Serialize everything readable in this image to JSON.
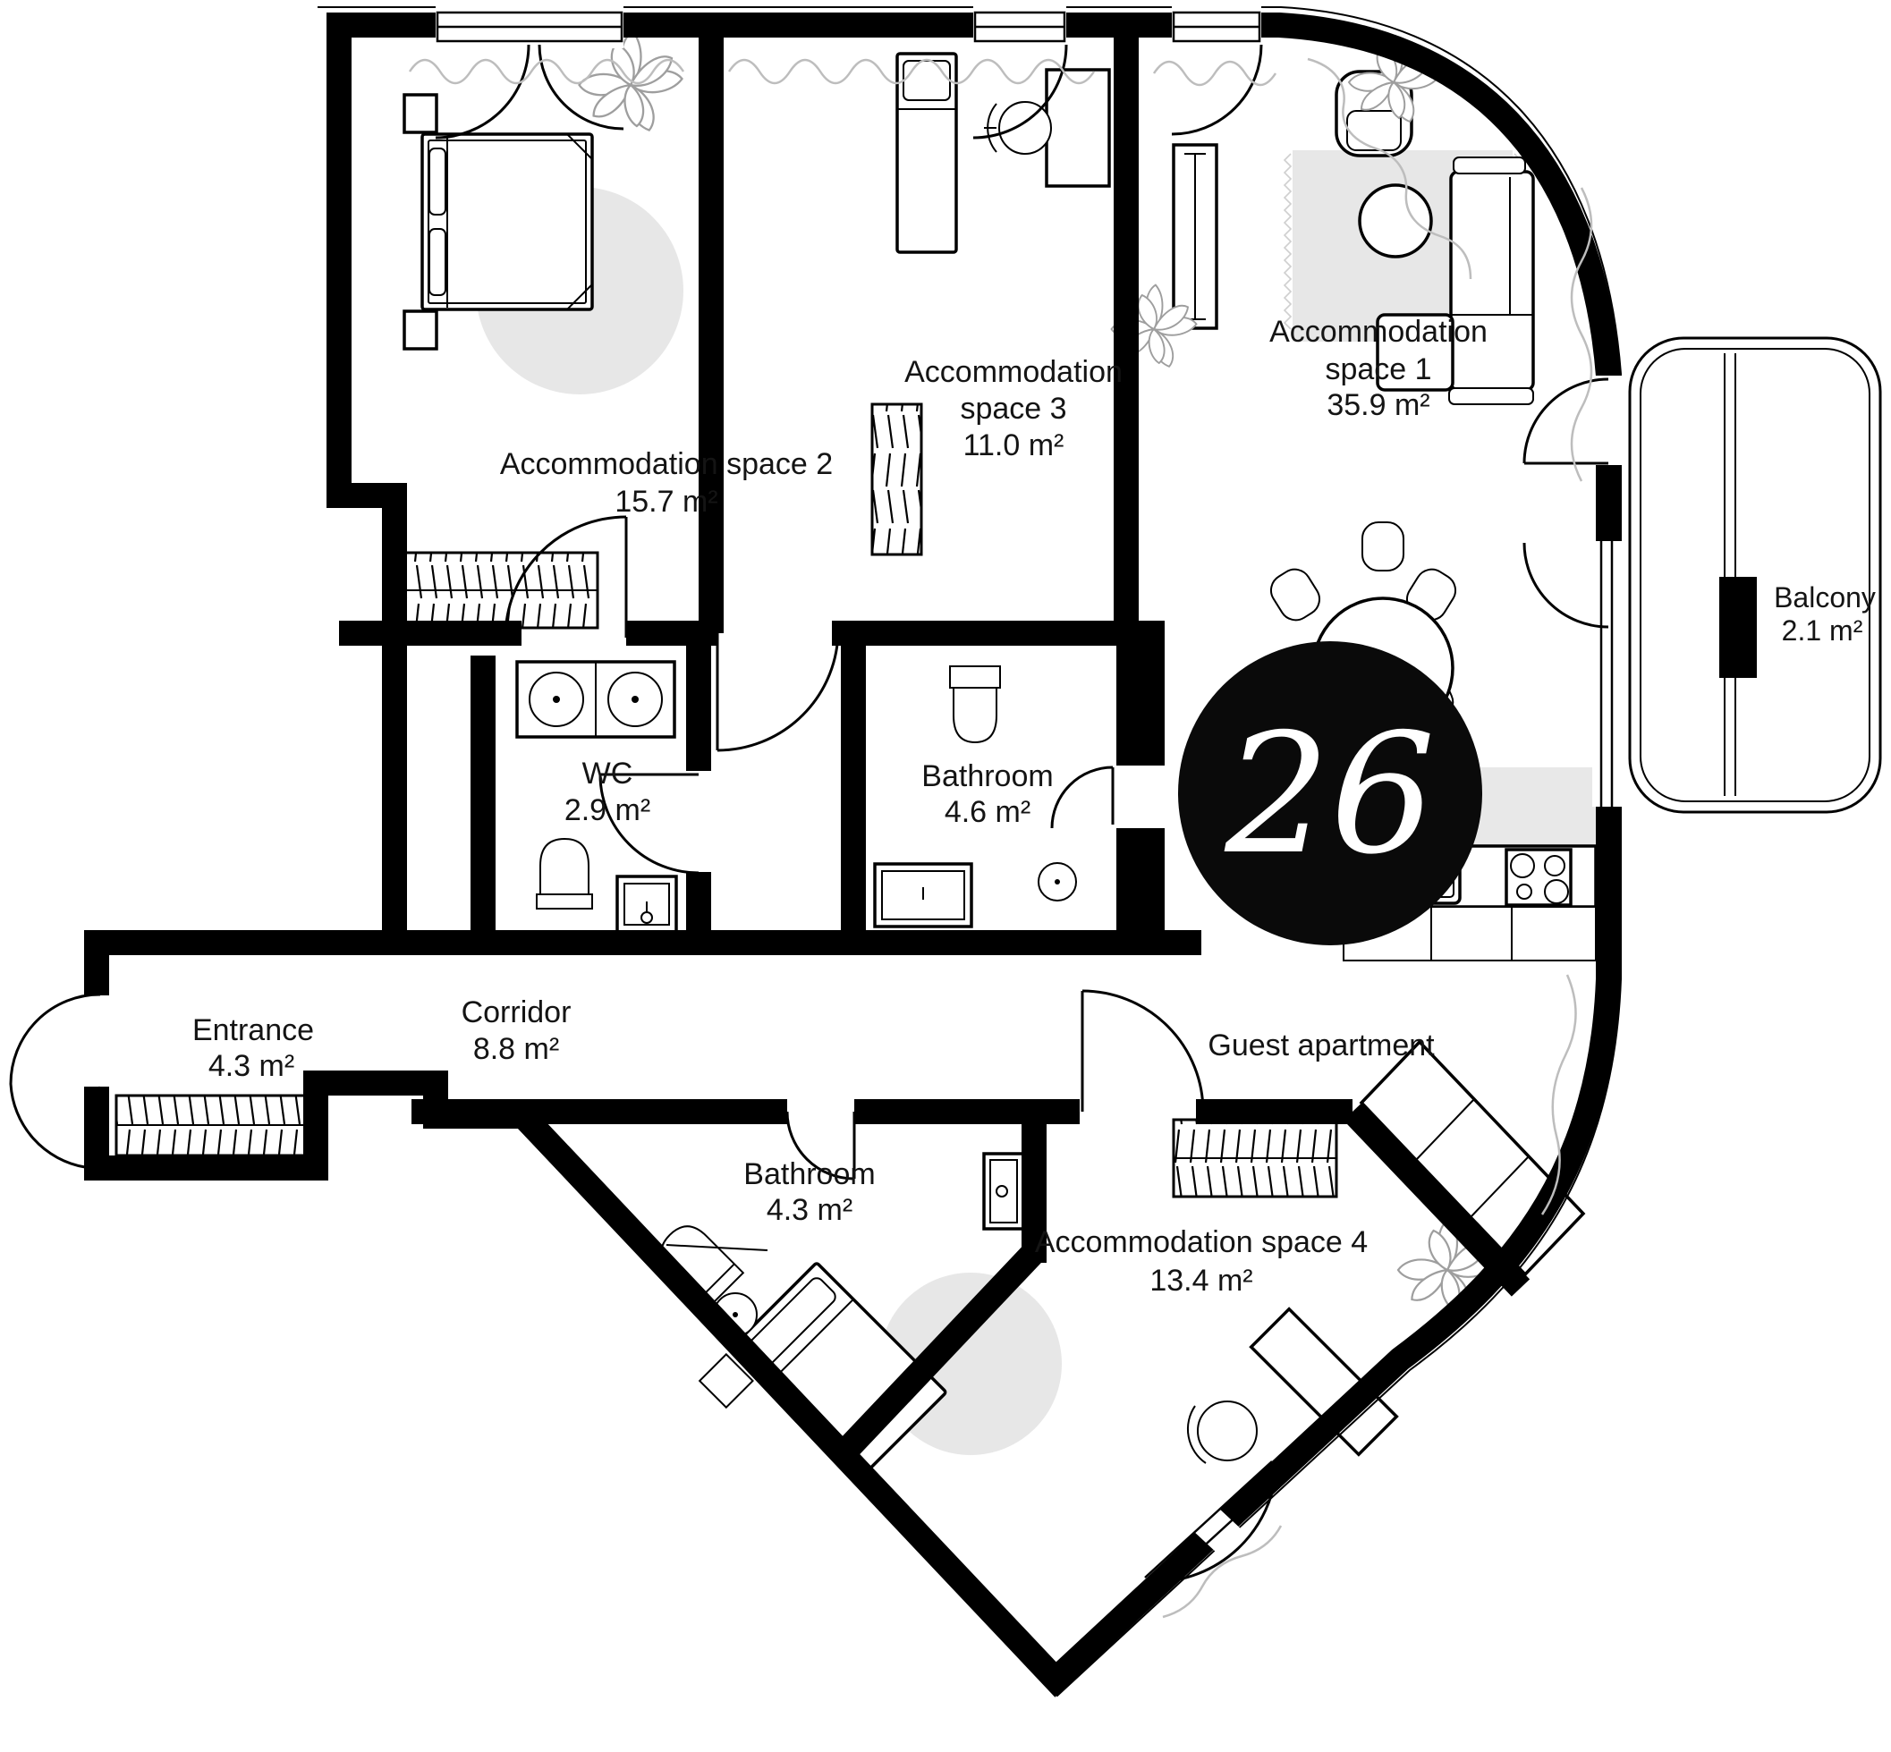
{
  "plan": {
    "apartment_number": "26"
  },
  "colors": {
    "wall": "#000000",
    "rug": "#e7e7e7",
    "kitchen_backsplash": "#e8e8e8",
    "curtain_gray": "#bdbdbd",
    "plant_gray": "#9e9e9e",
    "badge_background": "#0a0a0a",
    "badge_text": "#ffffff",
    "label_text": "#141414"
  },
  "rooms": [
    {
      "id": "accommodation-space-1",
      "name": "Accommodation space 1",
      "name_lines": [
        "Accommodation",
        "space 1"
      ],
      "area": "35.9 m²"
    },
    {
      "id": "accommodation-space-2",
      "name": "Accommodation space 2",
      "name_lines": [
        "Accommodation space 2"
      ],
      "area": "15.7 m²"
    },
    {
      "id": "accommodation-space-3",
      "name": "Accommodation space 3",
      "name_lines": [
        "Accommodation",
        "space 3"
      ],
      "area": "11.0 m²"
    },
    {
      "id": "wc",
      "name": "WC",
      "name_lines": [
        "WC"
      ],
      "area": "2.9 m²"
    },
    {
      "id": "bathroom",
      "name": "Bathroom",
      "name_lines": [
        "Bathroom"
      ],
      "area": "4.6 m²"
    },
    {
      "id": "corridor",
      "name": "Corridor",
      "name_lines": [
        "Corridor"
      ],
      "area": "8.8 m²"
    },
    {
      "id": "entrance",
      "name": "Entrance",
      "name_lines": [
        "Entrance"
      ],
      "area": "4.3 m²"
    },
    {
      "id": "guest-apartment",
      "name": "Guest apartment",
      "name_lines": [
        "Guest apartment"
      ]
    },
    {
      "id": "guest-bathroom",
      "name": "Bathroom",
      "name_lines": [
        "Bathroom"
      ],
      "area": "4.3 m²"
    },
    {
      "id": "accommodation-space-4",
      "name": "Accommodation space 4",
      "name_lines": [
        "Accommodation space 4"
      ],
      "area": "13.4 m²"
    },
    {
      "id": "balcony",
      "name": "Balcony",
      "name_lines": [
        "Balcony"
      ],
      "area": "2.1 m²"
    }
  ]
}
